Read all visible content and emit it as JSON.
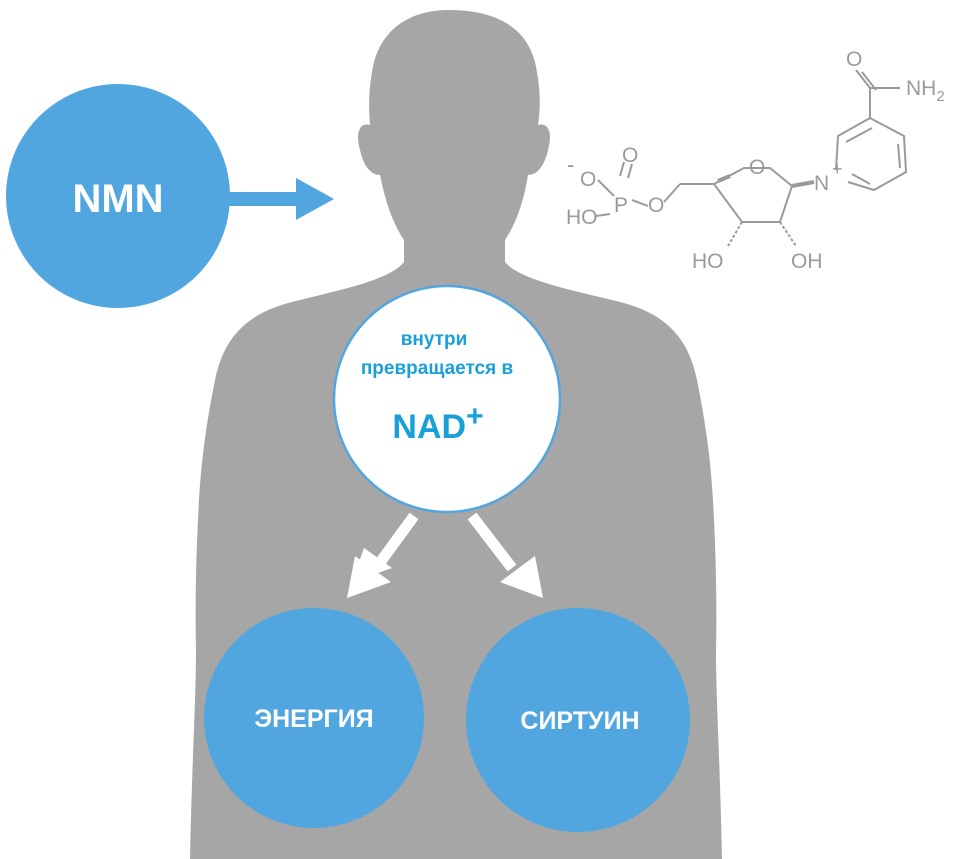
{
  "colors": {
    "silhouette": "#a6a6a6",
    "circle_fill": "#52a6e0",
    "center_circle_stroke": "#52a6e0",
    "center_text": "#1aa0d8",
    "molecule": "#9a9a9a",
    "arrow_white": "#ffffff"
  },
  "nodes": {
    "source": {
      "label": "NMN"
    },
    "center": {
      "line1": "внутри",
      "line2": "превращается в",
      "product": "NAD",
      "charge": "+"
    },
    "energy": {
      "label": "ЭНЕРГИЯ"
    },
    "sirtuin": {
      "label": "СИРТУИН"
    }
  },
  "edges": [
    {
      "from": "source",
      "to": "body",
      "icon": "arrow-right-icon"
    },
    {
      "from": "center",
      "to": "energy",
      "icon": "arrow-down-left-icon"
    },
    {
      "from": "center",
      "to": "sirtuin",
      "icon": "arrow-down-right-icon"
    }
  ],
  "molecule": {
    "name_hidden": "",
    "atoms": {
      "o_minus": "O",
      "minus_sign": "-",
      "o_double_p": "O",
      "p": "P",
      "ho_p": "HO",
      "o_ester": "O",
      "o_ring": "O",
      "n_plus": "N",
      "plus_sign": "+",
      "o_amide": "O",
      "nh2": "NH",
      "nh2_sub": "2",
      "ho_left": "HO",
      "oh_right": "OH"
    }
  }
}
